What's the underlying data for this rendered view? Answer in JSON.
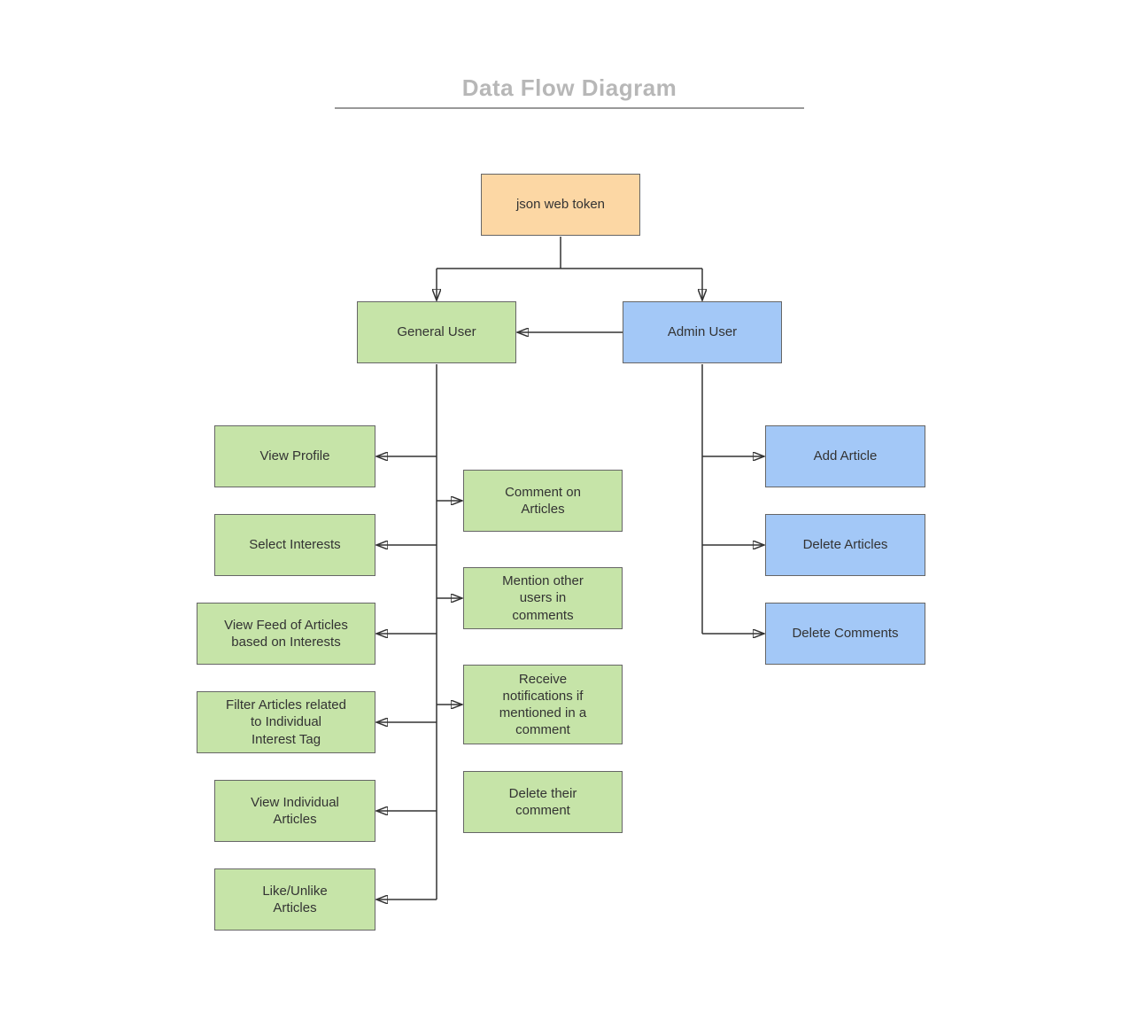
{
  "title": "Data Flow Diagram",
  "colors": {
    "orange_fill": "#fcd7a4",
    "green_fill": "#c6e4a8",
    "blue_fill": "#a3c8f7",
    "node_border": "#666666",
    "node_text": "#333333",
    "title_text": "#b7b7b7",
    "connector": "#333333"
  },
  "nodes": {
    "jwt": {
      "label": "json web token"
    },
    "general_user": {
      "label": "General User"
    },
    "admin_user": {
      "label": "Admin User"
    },
    "view_profile": {
      "label": "View Profile"
    },
    "select_interests": {
      "label": "Select Interests"
    },
    "view_feed": {
      "label": "View Feed of Articles\nbased on Interests"
    },
    "filter_articles": {
      "label": "Filter Articles related\nto Individual\nInterest Tag"
    },
    "view_individual": {
      "label": "View Individual\nArticles"
    },
    "like_unlike": {
      "label": "Like/Unlike\nArticles"
    },
    "comment_articles": {
      "label": "Comment on\nArticles"
    },
    "mention_users": {
      "label": "Mention other\nusers in\ncomments"
    },
    "receive_notifications": {
      "label": "Receive\nnotifications if\nmentioned in a\ncomment"
    },
    "delete_their_comment": {
      "label": "Delete their\ncomment"
    },
    "add_article": {
      "label": "Add Article"
    },
    "delete_articles": {
      "label": "Delete Articles"
    },
    "delete_comments": {
      "label": "Delete Comments"
    }
  },
  "edges": [
    {
      "from": "json web token",
      "to": "General User"
    },
    {
      "from": "json web token",
      "to": "Admin User"
    },
    {
      "from": "Admin User",
      "to": "General User"
    },
    {
      "from": "General User",
      "to": "View Profile"
    },
    {
      "from": "General User",
      "to": "Comment on Articles"
    },
    {
      "from": "General User",
      "to": "Select Interests"
    },
    {
      "from": "General User",
      "to": "Mention other users in comments"
    },
    {
      "from": "General User",
      "to": "View Feed of Articles based on Interests"
    },
    {
      "from": "General User",
      "to": "Receive notifications if mentioned in a comment"
    },
    {
      "from": "General User",
      "to": "Filter Articles related to Individual Interest Tag"
    },
    {
      "from": "General User",
      "to": "View Individual Articles"
    },
    {
      "from": "General User",
      "to": "Like/Unlike Articles"
    },
    {
      "from": "Admin User",
      "to": "Add Article"
    },
    {
      "from": "Admin User",
      "to": "Delete Articles"
    },
    {
      "from": "Admin User",
      "to": "Delete Comments"
    }
  ]
}
